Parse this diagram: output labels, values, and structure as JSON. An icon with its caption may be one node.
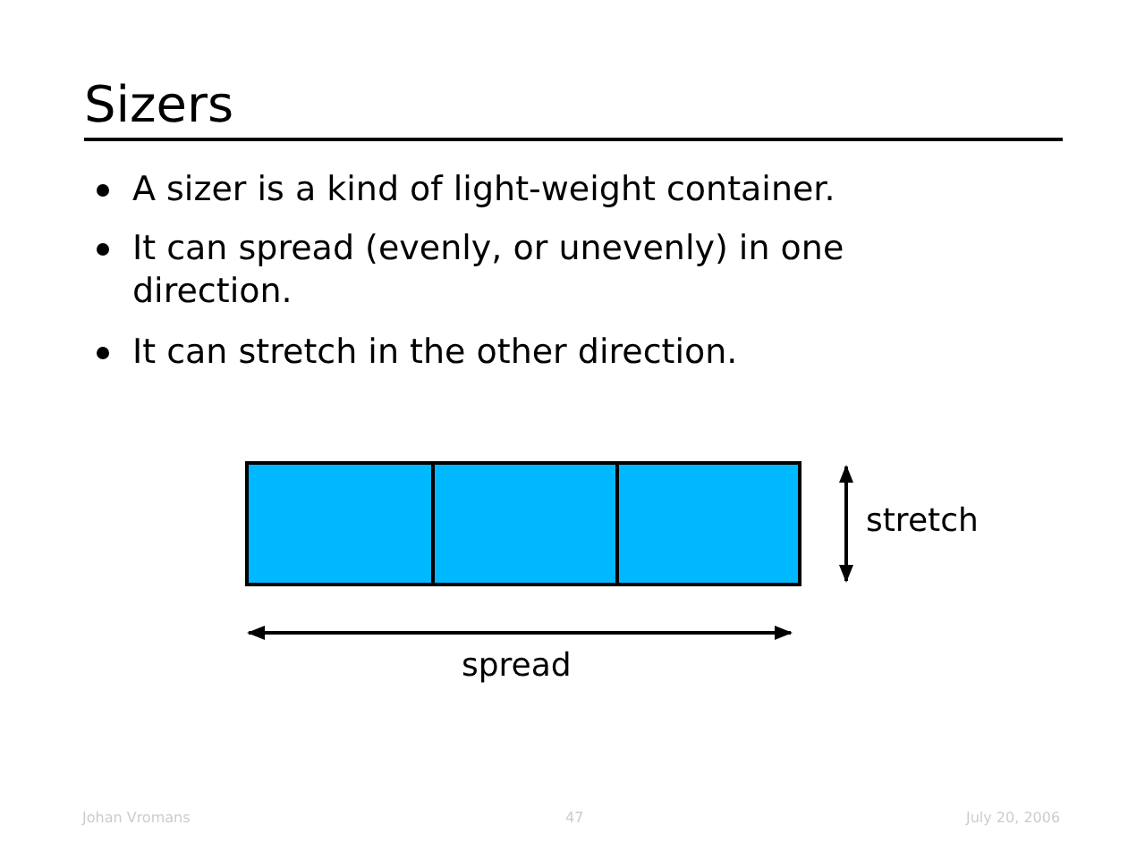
{
  "diagram": {
    "title": "Sizers",
    "nodes": [
      {
        "text": [],
        "shape": "box"
      },
      {
        "text": [],
        "shape": "box"
      },
      {
        "text": [],
        "shape": "box"
      }
    ],
    "edges": [],
    "labels": [
      "A sizer is a kind of light-weight container.",
      "It can spread (evenly, or unevenly) in one direction.",
      "It can stretch in the other direction.",
      "stretch",
      "spread",
      "Johan Vromans",
      "47",
      "July 20, 2006"
    ]
  }
}
